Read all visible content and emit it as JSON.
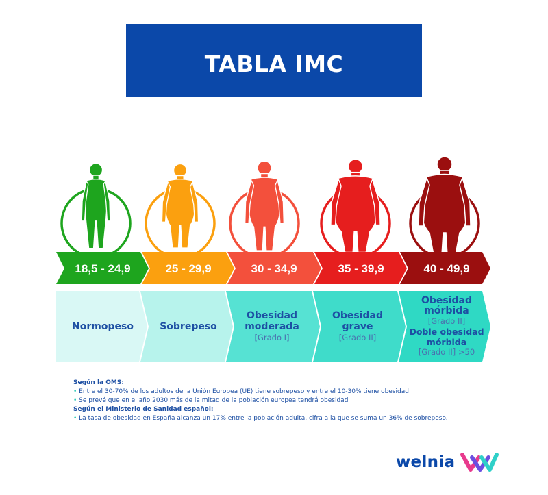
{
  "title": "TABLA IMC",
  "colors": {
    "banner": "#0b48a9",
    "text": "#1d4fa3",
    "range_green": "#1ea51e",
    "range_orange": "#fba00f",
    "range_red1": "#f3503c",
    "range_red2": "#e61e1e",
    "range_darkred": "#9b0f0f",
    "cat_1": "#d9f8f5",
    "cat_2": "#b7f3ec",
    "cat_3": "#56e2d3",
    "cat_4": "#3fdcca",
    "cat_5": "#2fd9c4"
  },
  "ranges": [
    {
      "label": "18,5 - 24,9",
      "color": "#1ea51e"
    },
    {
      "label": "25 - 29,9",
      "color": "#fba00f"
    },
    {
      "label": "30 - 34,9",
      "color": "#f3503c"
    },
    {
      "label": "35 - 39,9",
      "color": "#e61e1e"
    },
    {
      "label": "40 - 49,9",
      "color": "#9b0f0f"
    }
  ],
  "categories": [
    {
      "main": "Normopeso"
    },
    {
      "main": "Sobrepeso"
    },
    {
      "main": "Obesidad moderada",
      "sub": "[Grado I]"
    },
    {
      "main": "Obesidad grave",
      "sub": "[Grado II]"
    },
    {
      "main": "Obesidad mórbida",
      "sub": "[Grado II]",
      "main2": "Doble obesidad mórbida",
      "sub2": "[Grado II] >50"
    }
  ],
  "notes": {
    "oms_heading": "Según la OMS:",
    "oms_bullets": [
      "Entre el 30-70% de los adultos de la Unión Europea (UE) tiene sobrepeso y entre el 10-30% tiene obesidad",
      "Se prevé que en el año 2030 más de la mitad de la población europea tendrá obesidad"
    ],
    "ministerio_heading": "Según el Ministerio de Sanidad español:",
    "ministerio_bullets": [
      "La tasa de obesidad en España alcanza un 17% entre la población adulta, cifra a la que se suma un 36% de sobrepeso."
    ]
  },
  "brand": {
    "name": "welnia",
    "logo_icon": "welnia-w-logo-icon"
  }
}
